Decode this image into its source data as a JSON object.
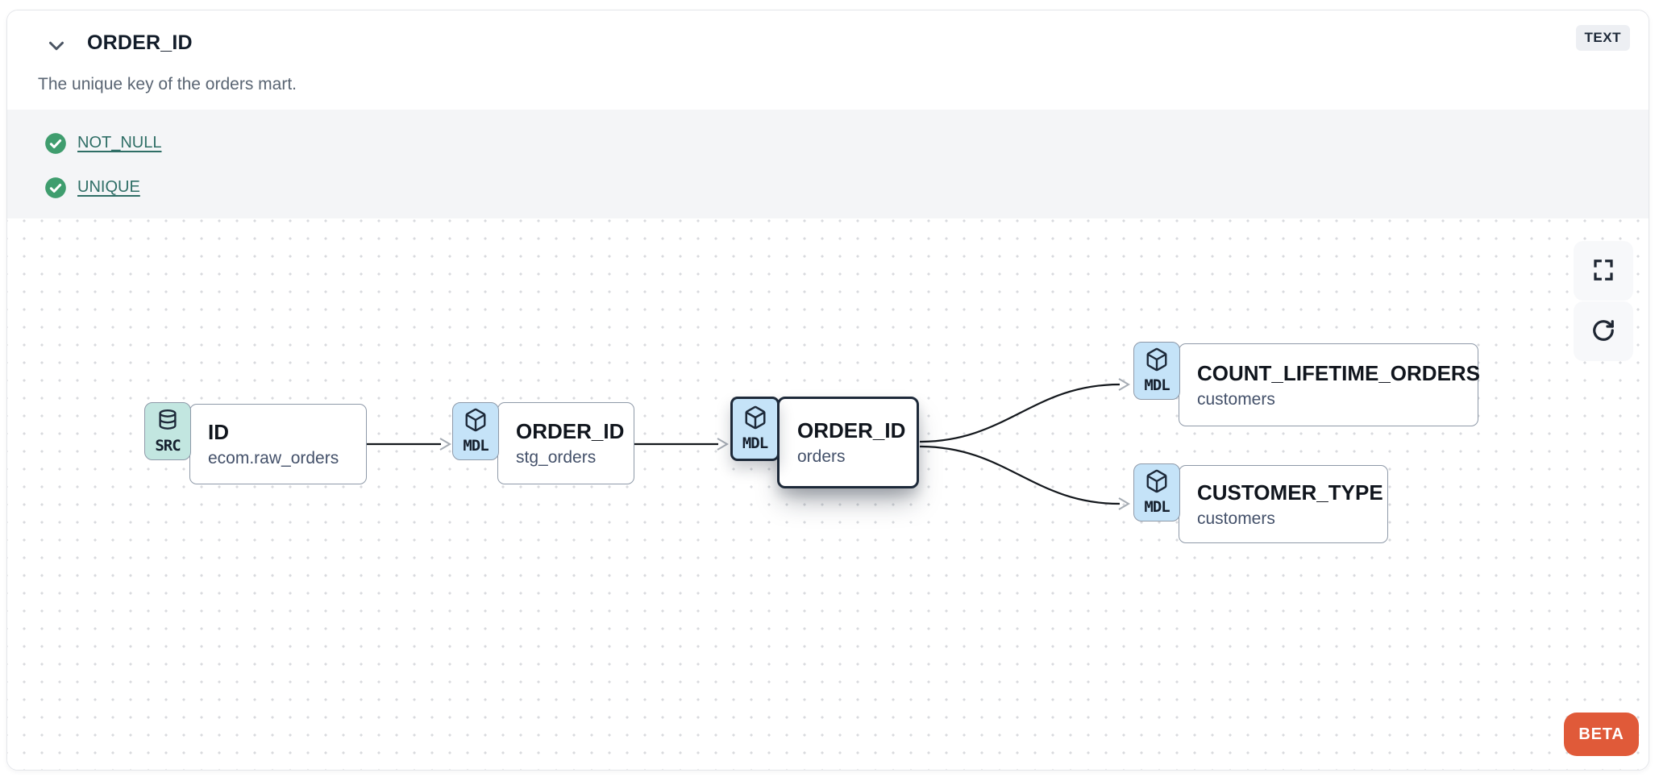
{
  "header": {
    "title": "ORDER_ID",
    "type_badge": "TEXT",
    "description": "The unique key of the orders mart.",
    "collapse_icon": "chevron-down-icon"
  },
  "tests": [
    {
      "label": "NOT_NULL",
      "status": "pass",
      "icon": "check-circle-icon"
    },
    {
      "label": "UNIQUE",
      "status": "pass",
      "icon": "check-circle-icon"
    }
  ],
  "lineage": {
    "nodes": [
      {
        "id": "source",
        "badge": "SRC",
        "icon": "database-icon",
        "title": "ID",
        "subtitle": "ecom.raw_orders",
        "selected": false
      },
      {
        "id": "stg",
        "badge": "MDL",
        "icon": "cube-icon",
        "title": "ORDER_ID",
        "subtitle": "stg_orders",
        "selected": false
      },
      {
        "id": "orders",
        "badge": "MDL",
        "icon": "cube-icon",
        "title": "ORDER_ID",
        "subtitle": "orders",
        "selected": true
      },
      {
        "id": "count",
        "badge": "MDL",
        "icon": "cube-icon",
        "title": "COUNT_LIFETIME_ORDERS",
        "subtitle": "customers",
        "selected": false
      },
      {
        "id": "ctype",
        "badge": "MDL",
        "icon": "cube-icon",
        "title": "CUSTOMER_TYPE",
        "subtitle": "customers",
        "selected": false
      }
    ],
    "edges": [
      {
        "from": "source",
        "to": "stg"
      },
      {
        "from": "stg",
        "to": "orders"
      },
      {
        "from": "orders",
        "to": "count"
      },
      {
        "from": "orders",
        "to": "ctype"
      }
    ],
    "controls": {
      "fullscreen": "fullscreen-icon",
      "refresh": "refresh-icon"
    },
    "beta_label": "BETA"
  },
  "colors": {
    "accent_orange": "#e05a39",
    "badge_src_bg": "#c2e6e0",
    "badge_mdl_bg": "#c5e3f8",
    "test_pass_green": "#3f9d6e",
    "test_link_teal": "#2f6e66",
    "selected_border": "#1d2939",
    "edge_line": "#14181d",
    "edge_arrow": "#a6acb4"
  }
}
